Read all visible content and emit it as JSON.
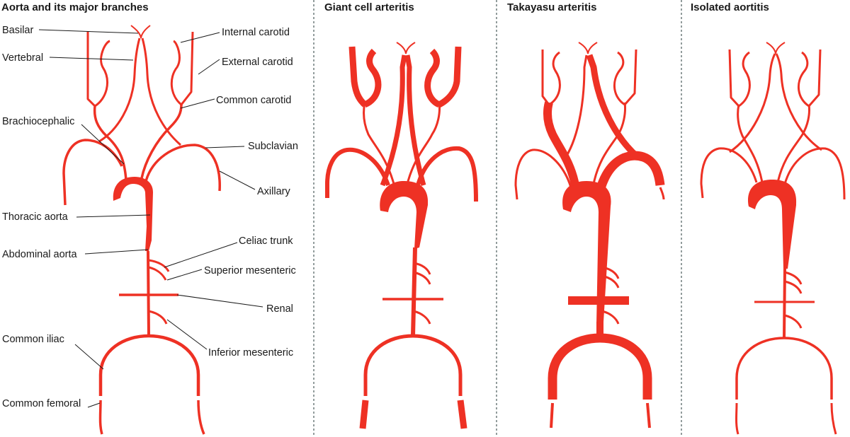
{
  "panels": [
    {
      "title": "Aorta and its major branches"
    },
    {
      "title": "Giant cell arteritis"
    },
    {
      "title": "Takayasu arteritis"
    },
    {
      "title": "Isolated aortitis"
    }
  ],
  "labels": {
    "basilar": "Basilar",
    "vertebral": "Vertebral",
    "brachiocephalic": "Brachiocephalic",
    "thoracic_aorta": "Thoracic aorta",
    "abdominal_aorta": "Abdominal aorta",
    "common_iliac": "Common iliac",
    "common_femoral": "Common femoral",
    "internal_carotid": "Internal carotid",
    "external_carotid": "External carotid",
    "common_carotid": "Common carotid",
    "subclavian": "Subclavian",
    "axillary": "Axillary",
    "celiac_trunk": "Celiac trunk",
    "superior_mesenteric": "Superior mesenteric",
    "renal": "Renal",
    "inferior_mesenteric": "Inferior mesenteric"
  },
  "colors": {
    "vessel": "#ee3124",
    "text": "#1a1a1a",
    "divider": "#4a5a5a"
  }
}
